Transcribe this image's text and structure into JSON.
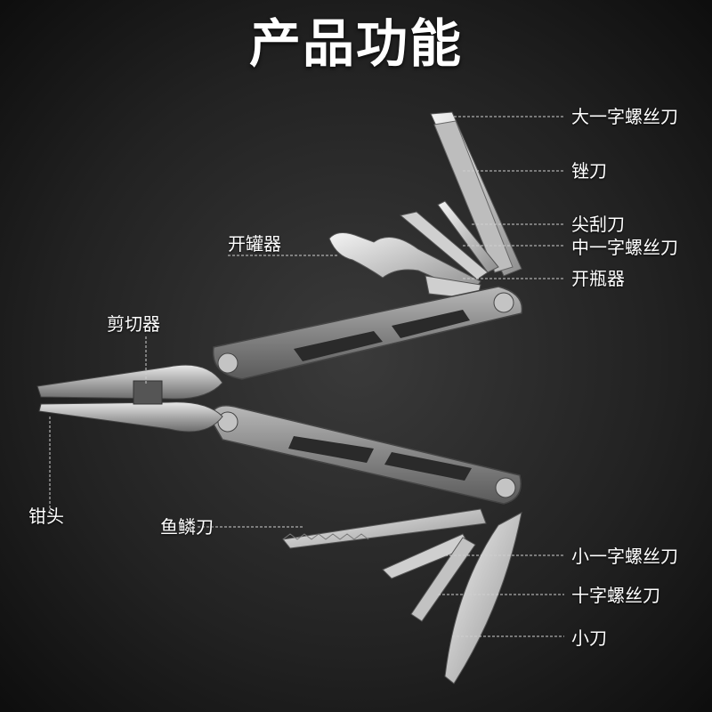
{
  "title": "产品功能",
  "labels": {
    "large_flat_screwdriver": "大一字螺丝刀",
    "file": "锉刀",
    "pointed_scraper": "尖刮刀",
    "medium_flat_screwdriver": "中一字螺丝刀",
    "bottle_opener": "开瓶器",
    "can_opener": "开罐器",
    "wire_cutter": "剪切器",
    "pliers_head": "钳头",
    "serrated_blade": "鱼鳞刀",
    "small_flat_screwdriver": "小一字螺丝刀",
    "phillips_screwdriver": "十字螺丝刀",
    "small_knife": "小刀"
  }
}
